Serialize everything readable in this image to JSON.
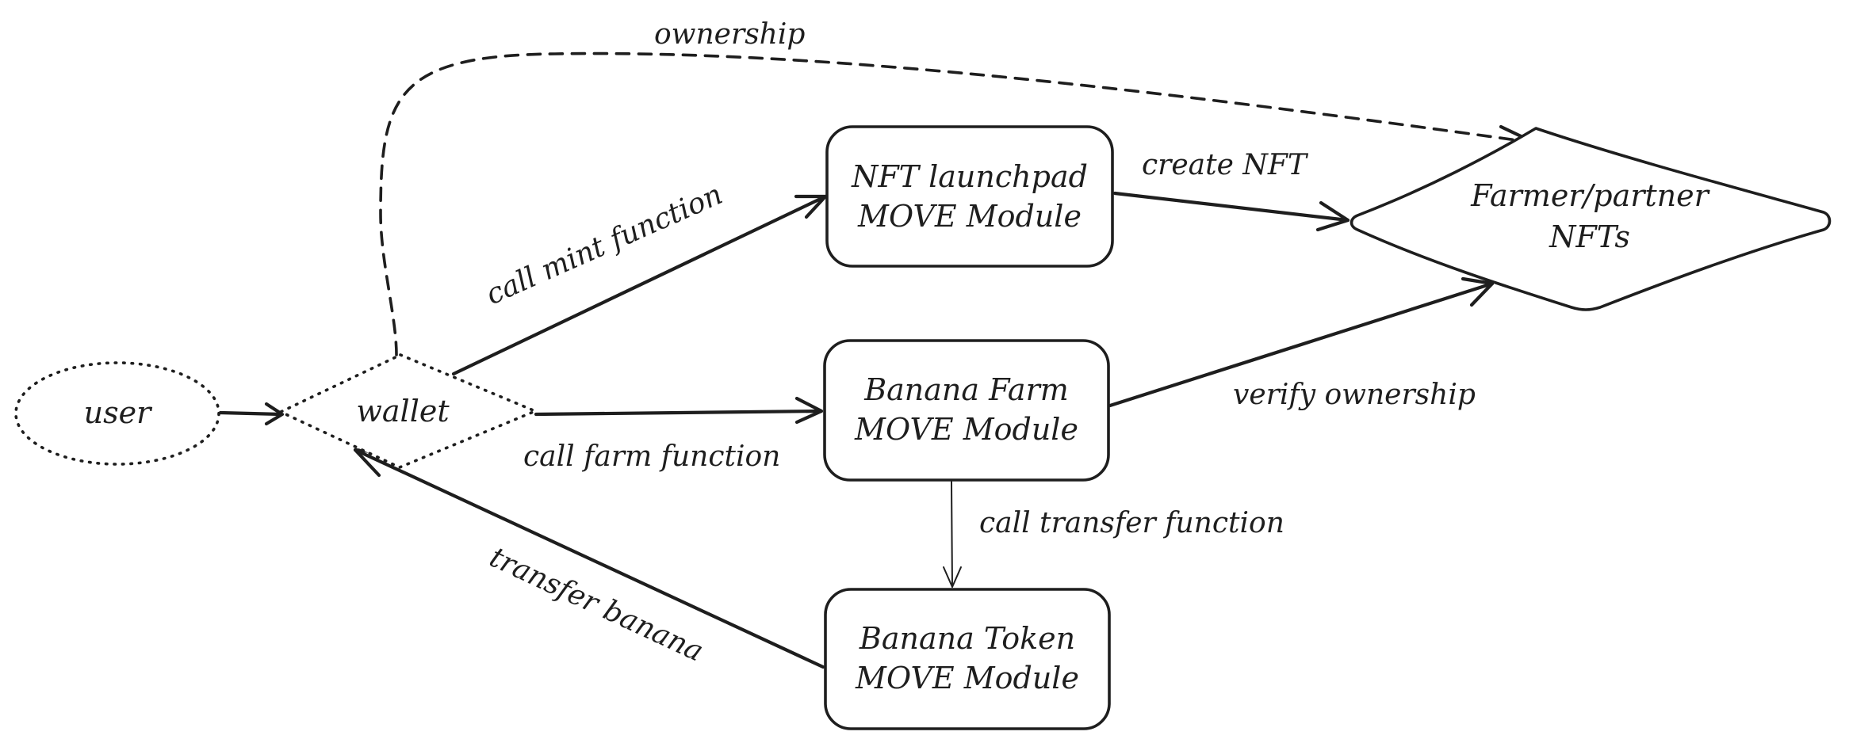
{
  "nodes": {
    "user": "user",
    "wallet": "wallet",
    "nft_launchpad": {
      "line1": "NFT launchpad",
      "line2": "MOVE Module"
    },
    "banana_farm": {
      "line1": "Banana Farm",
      "line2": "MOVE Module"
    },
    "banana_token": {
      "line1": "Banana Token",
      "line2": "MOVE Module"
    },
    "nfts": {
      "line1": "Farmer/partner",
      "line2": "NFTs"
    }
  },
  "edges": {
    "ownership": "ownership",
    "call_mint": "call mint function",
    "create_nft": "create NFT",
    "call_farm": "call farm function",
    "verify_ownership": "verify ownership",
    "call_transfer": "call transfer function",
    "transfer_banana": "transfer banana"
  },
  "colors": {
    "stroke": "#1e1e1e",
    "background": "#ffffff"
  }
}
